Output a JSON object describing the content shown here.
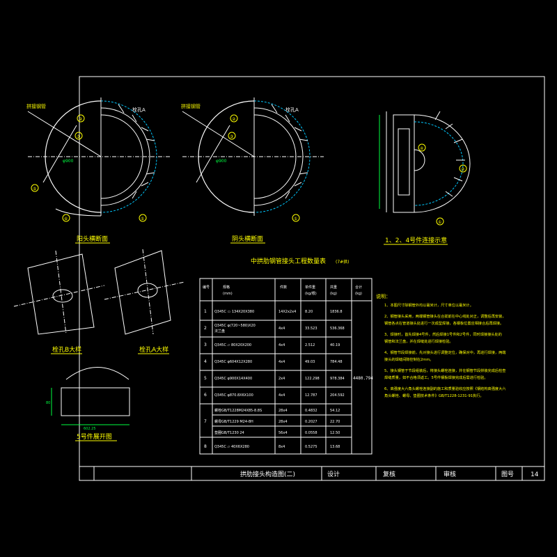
{
  "colors": {
    "frame": "#ffffff",
    "geometry": "#ffffff",
    "hidden": "#00c8ff",
    "dimension": "#00ff40",
    "title": "#ffff00",
    "table_text": "#ffffff",
    "bolt": "#ff3cff"
  },
  "views": {
    "view1_title": "阳头横断面",
    "view2_title": "阴头横断面",
    "view3_title": "1、2、4号件连接示意",
    "detail_b_title": "栓孔B大样",
    "detail_a_title": "栓孔A大样",
    "part5_title": "5号件展开图",
    "leader_top_left_1": "拼接钢管",
    "leader_top_left_2": "拼接钢管",
    "bolt_hole_label_1": "栓孔A",
    "bolt_hole_label_2": "栓孔A",
    "phi_1": "φ900",
    "phi_2": "φ900",
    "dim_part5_w": "602.25",
    "dim_part5_h": "80"
  },
  "callouts": [
    "①",
    "②",
    "③",
    "④",
    "⑤",
    "⑥"
  ],
  "table": {
    "title": "中拱肋钢管接头工程数量表",
    "subtitle": "(7#拱)",
    "headers": [
      "编号",
      "规格\n(mm)",
      "件数",
      "单件重\n(kg/根)",
      "共重\n(kg)",
      "合计\n(kg)"
    ],
    "rows": [
      {
        "no": "1",
        "spec": "Q345C ▭ 134X20X380",
        "count": "14X2x2x4",
        "unit": "8.20",
        "total": "1836.8"
      },
      {
        "no": "2",
        "spec": "Q345C φ(720~580)X20\n法兰盘",
        "count": "4x4",
        "unit": "33.523",
        "total": "536.368"
      },
      {
        "no": "3",
        "spec": "Q345C ▱ 80X20X200",
        "count": "4x4",
        "unit": "2.512",
        "total": "40.19"
      },
      {
        "no": "4",
        "spec": "Q345C φ604X12X280",
        "count": "4x4",
        "unit": "49.03",
        "total": "784.48"
      },
      {
        "no": "5",
        "spec": "Q345C φ900X14X400",
        "count": "2x4",
        "unit": "122.298",
        "total": "978.384"
      },
      {
        "no": "6",
        "spec": "Q345C φ870.8X6X100",
        "count": "4x4",
        "unit": "12.787",
        "total": "204.592"
      },
      {
        "no": "7a",
        "spec": "螺栓GB/T1228M24X85-8.8S",
        "count": "28x4",
        "unit": "0.4832",
        "total": "54.12"
      },
      {
        "no": "7b",
        "spec": "螺母GB/T1229 M24-8H",
        "count": "28x4",
        "unit": "0.2027",
        "total": "22.70"
      },
      {
        "no": "7c",
        "spec": "垫圈GB/T1230 24",
        "count": "56x4",
        "unit": "0.0558",
        "total": "12.50"
      },
      {
        "no": "8",
        "spec": "Q345C ▱ 40X6X280",
        "count": "8x4",
        "unit": "0.5275",
        "total": "13.68"
      }
    ],
    "grand_total": "4480.794"
  },
  "notes": {
    "heading": "说明：",
    "items": [
      "1、本图尺寸除钢管外均以毫米计，尺寸单位以毫米计。",
      "2、钢管接头采用，两端钢管接头在合拢前在中心线处对正，调整后再安装，钢管各点在管道接头处进行一次成型焊接，各钢板位置应相接合后再焊接。",
      "3、焊接时，首先焊接4号件，然后焊接1号件和2号件，同时焊接接头处的钢管和法兰盘，并在焊缝处进行焊接检验。",
      "4、钢管节段焊接前，先对接头进行调整定位，确保对中，再进行焊接，两端接头的焊缝间隙控制在2mm。",
      "5、接头钢管于节段组装后，将接头螺栓连接，并在钢管节段拼装完成后检查焊缝质量，如不合格须返工。5号件钢板焊接完成后需进行检验。",
      "6、高强度大六角头螺栓连接副的施工和质量验收应按照《钢结构高强度大六角头螺栓、螺母、垫圈技术条件》GB/T1228-1231-91执行。"
    ]
  },
  "title_block": {
    "drawing_name": "拱肋接头构造图(二)",
    "design": "设计",
    "check": "复核",
    "review": "审核",
    "sheet_label": "图号",
    "sheet_no": "14"
  }
}
